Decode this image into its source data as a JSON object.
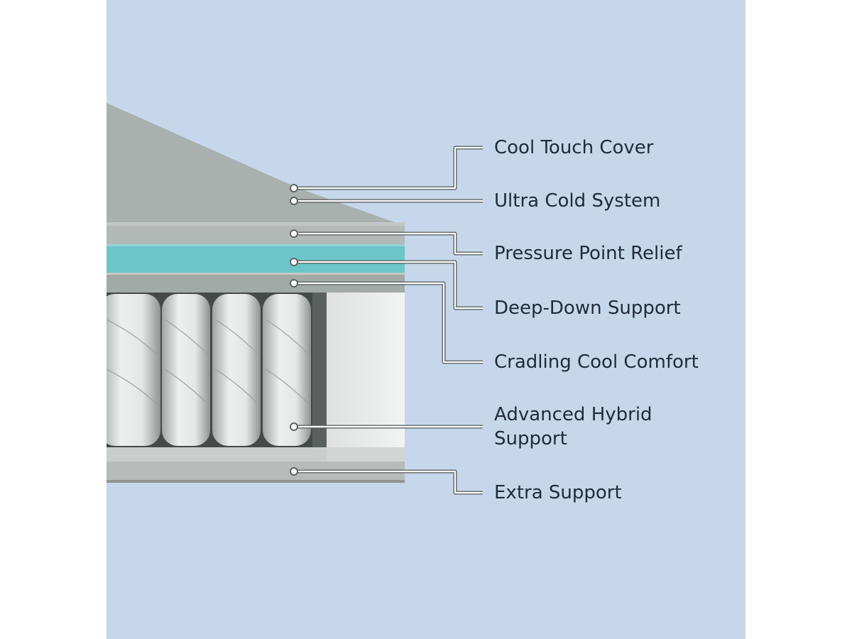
{
  "diagram": {
    "layers": [
      {
        "id": "cool-touch-cover",
        "label": "Cool Touch Cover"
      },
      {
        "id": "ultra-cold-system",
        "label": "Ultra Cold System"
      },
      {
        "id": "pressure-point-relief",
        "label": "Pressure Point Relief"
      },
      {
        "id": "deep-down-support",
        "label": "Deep-Down Support"
      },
      {
        "id": "cradling-cool-comfort",
        "label": "Cradling Cool Comfort"
      },
      {
        "id": "advanced-hybrid-support",
        "label_line1": "Advanced Hybrid",
        "label_line2": "Support"
      },
      {
        "id": "extra-support",
        "label": "Extra Support"
      }
    ]
  },
  "colors": {
    "background": "#c6d7eb",
    "cover": "#a9b3af",
    "foam_gray": "#aab1ae",
    "teal_layer": "#6cc6c7",
    "coil": "#e6e8e7",
    "side_panel": "#eeefef",
    "text": "#1f2a3b"
  }
}
